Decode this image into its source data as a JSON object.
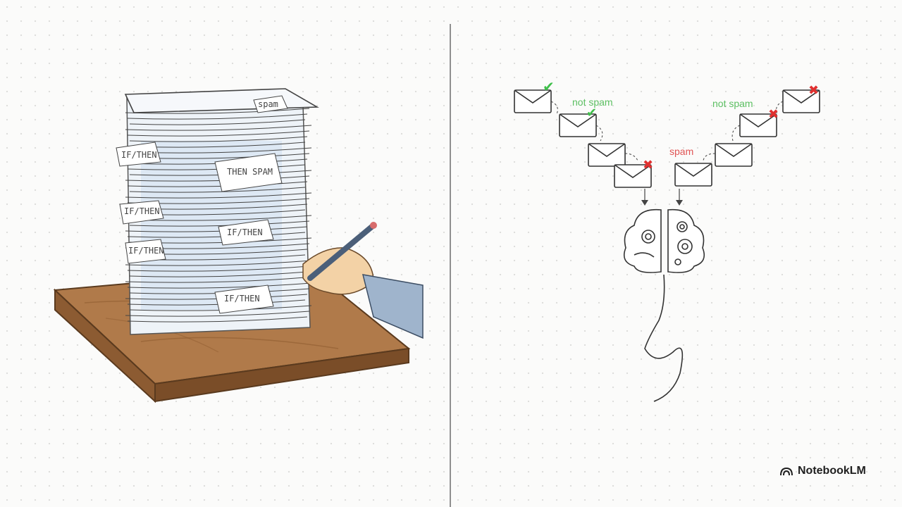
{
  "left_panel": {
    "note_texts": [
      "IF/THEN",
      "THEN SPAM",
      "IF/THEN",
      "IF/THEN",
      "IF/THEN",
      "spam",
      "IF/THEN"
    ]
  },
  "right_panel": {
    "labels": {
      "not_spam_left": "not spam",
      "not_spam_right": "not spam",
      "spam": "spam"
    },
    "colors": {
      "ham_tint": "#c7e6c9",
      "spam_tint": "#f2c3c3",
      "check": "#3fbf4a",
      "cross": "#e0302f"
    }
  },
  "watermark": {
    "text": "NotebookLM",
    "icon": "notebooklm-logo-icon"
  }
}
